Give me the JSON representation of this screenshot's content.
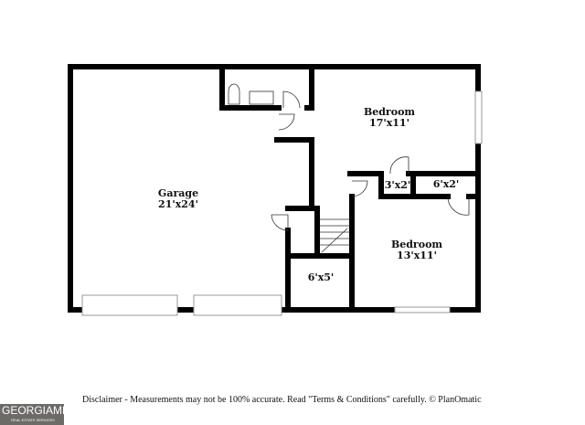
{
  "rooms": [
    {
      "name": "Garage",
      "size": "21'x24'"
    },
    {
      "name": "Bedroom",
      "size": "17'x11'"
    },
    {
      "name": "Bedroom",
      "size": "13'x11'"
    },
    {
      "name": "",
      "size": "3'x2'"
    },
    {
      "name": "",
      "size": "6'x2'"
    },
    {
      "name": "",
      "size": "6'x5'"
    }
  ],
  "disclaimer": "Disclaimer - Measurements may not be 100% accurate. Read \"Terms & Conditions\" carefully. © PlanOmatic",
  "logo": {
    "text": "GEORGIAMLS",
    "sub": "REAL ESTATE SERVICES"
  }
}
